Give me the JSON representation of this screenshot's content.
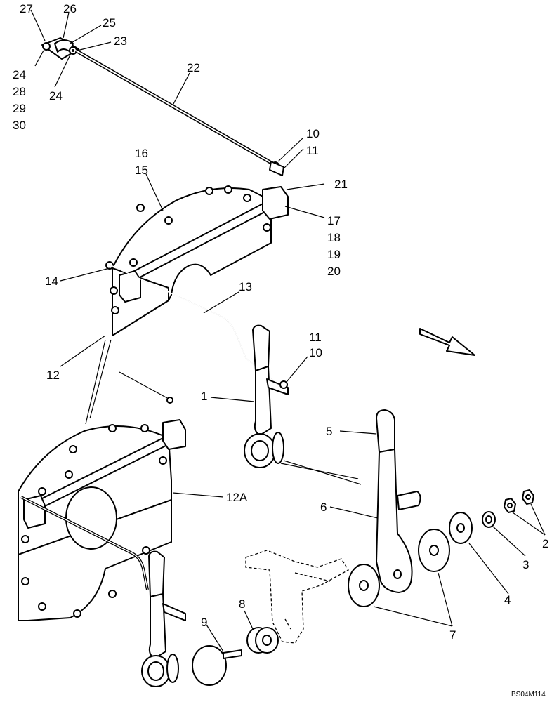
{
  "labels": {
    "l27": "27",
    "l26": "26",
    "l25": "25",
    "l23": "23",
    "l24a": "24",
    "l28": "28",
    "l29": "29",
    "l30": "30",
    "l24b": "24",
    "l22": "22",
    "l10a": "10",
    "l11a": "11",
    "l16": "16",
    "l15": "15",
    "l21": "21",
    "l17": "17",
    "l18": "18",
    "l19": "19",
    "l20": "20",
    "l14": "14",
    "l13": "13",
    "l11b": "11",
    "l10b": "10",
    "l12": "12",
    "l1": "1",
    "l5": "5",
    "l12a": "12A",
    "l6": "6",
    "l2": "2",
    "l3": "3",
    "l4": "4",
    "l7": "7",
    "l8": "8",
    "l9": "9"
  },
  "drawing_code": "BS04M114",
  "icons": {
    "direction_arrow": "arrow-icon"
  }
}
